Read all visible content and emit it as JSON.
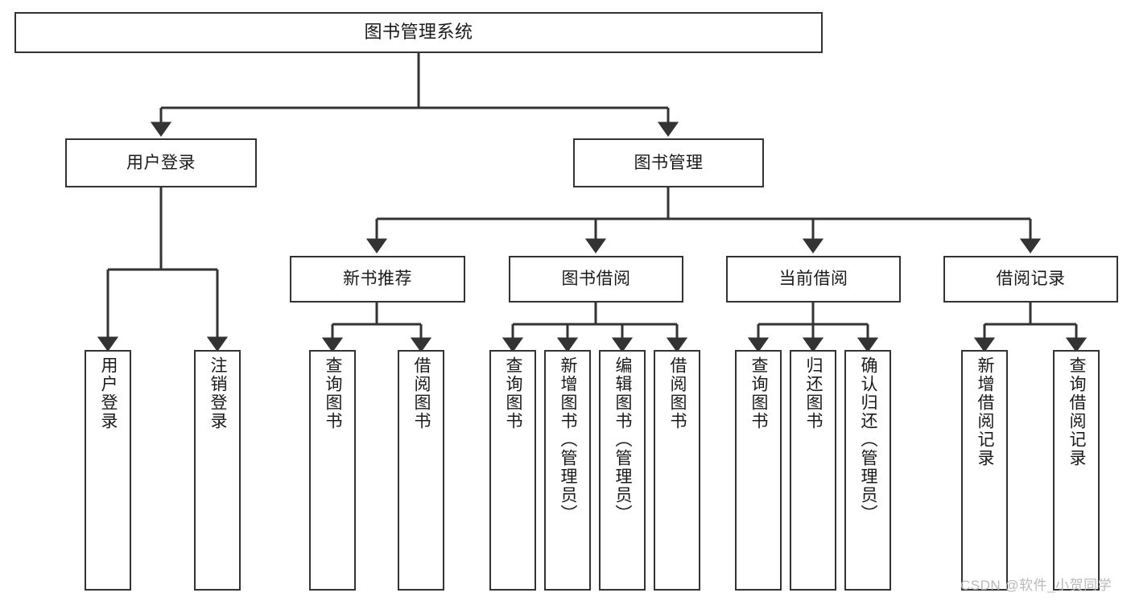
{
  "diagram": {
    "title": "图书管理系统",
    "type": "tree",
    "orientation": "top-down",
    "line_color": "#333333",
    "box_fill": "#ffffff",
    "text_color": "#1a1a1a"
  },
  "nodes": {
    "root": {
      "label": "图书管理系统"
    },
    "level1": [
      {
        "label": "用户登录"
      },
      {
        "label": "图书管理"
      }
    ],
    "level2": [
      {
        "label": "新书推荐"
      },
      {
        "label": "图书借阅"
      },
      {
        "label": "当前借阅"
      },
      {
        "label": "借阅记录"
      }
    ],
    "leaves": {
      "user_login": [
        {
          "label": "用户登录"
        },
        {
          "label": "注销登录"
        }
      ],
      "new_book": [
        {
          "label": "查询图书"
        },
        {
          "label": "借阅图书"
        }
      ],
      "book_borrow": [
        {
          "label": "查询图书"
        },
        {
          "label": "新增图书（管理员）"
        },
        {
          "label": "编辑图书（管理员）"
        },
        {
          "label": "借阅图书"
        }
      ],
      "current_borrow": [
        {
          "label": "查询图书"
        },
        {
          "label": "归还图书"
        },
        {
          "label": "确认归还（管理员）"
        }
      ],
      "borrow_record": [
        {
          "label": "新增借阅记录"
        },
        {
          "label": "查询借阅记录"
        }
      ]
    }
  },
  "watermark": {
    "text": "CSDN @软件_小贺同学"
  }
}
